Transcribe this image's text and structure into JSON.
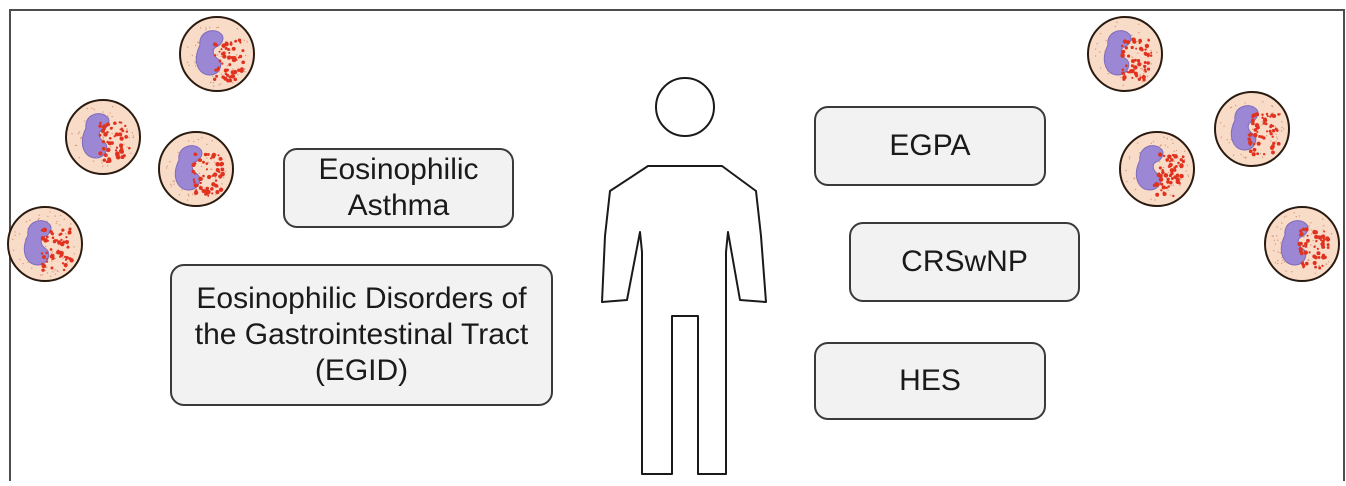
{
  "diagram": {
    "labels": {
      "eosinophilic_asthma": [
        "Eosinophilic",
        "Asthma"
      ],
      "egid": [
        "Eosinophilic Disorders of",
        "the Gastrointestinal Tract",
        "(EGID)"
      ],
      "egpa": "EGPA",
      "crswnp": "CRSwNP",
      "hes": "HES"
    },
    "icons": {
      "cell": "eosinophil-cell-icon",
      "person": "human-silhouette-icon"
    },
    "colors": {
      "box_fill": "#f2f2f2",
      "box_border": "#3a3a3a",
      "cell_fill": "#f9dcc8",
      "nucleus": "#9b87d4",
      "granules": "#e0321f"
    }
  }
}
